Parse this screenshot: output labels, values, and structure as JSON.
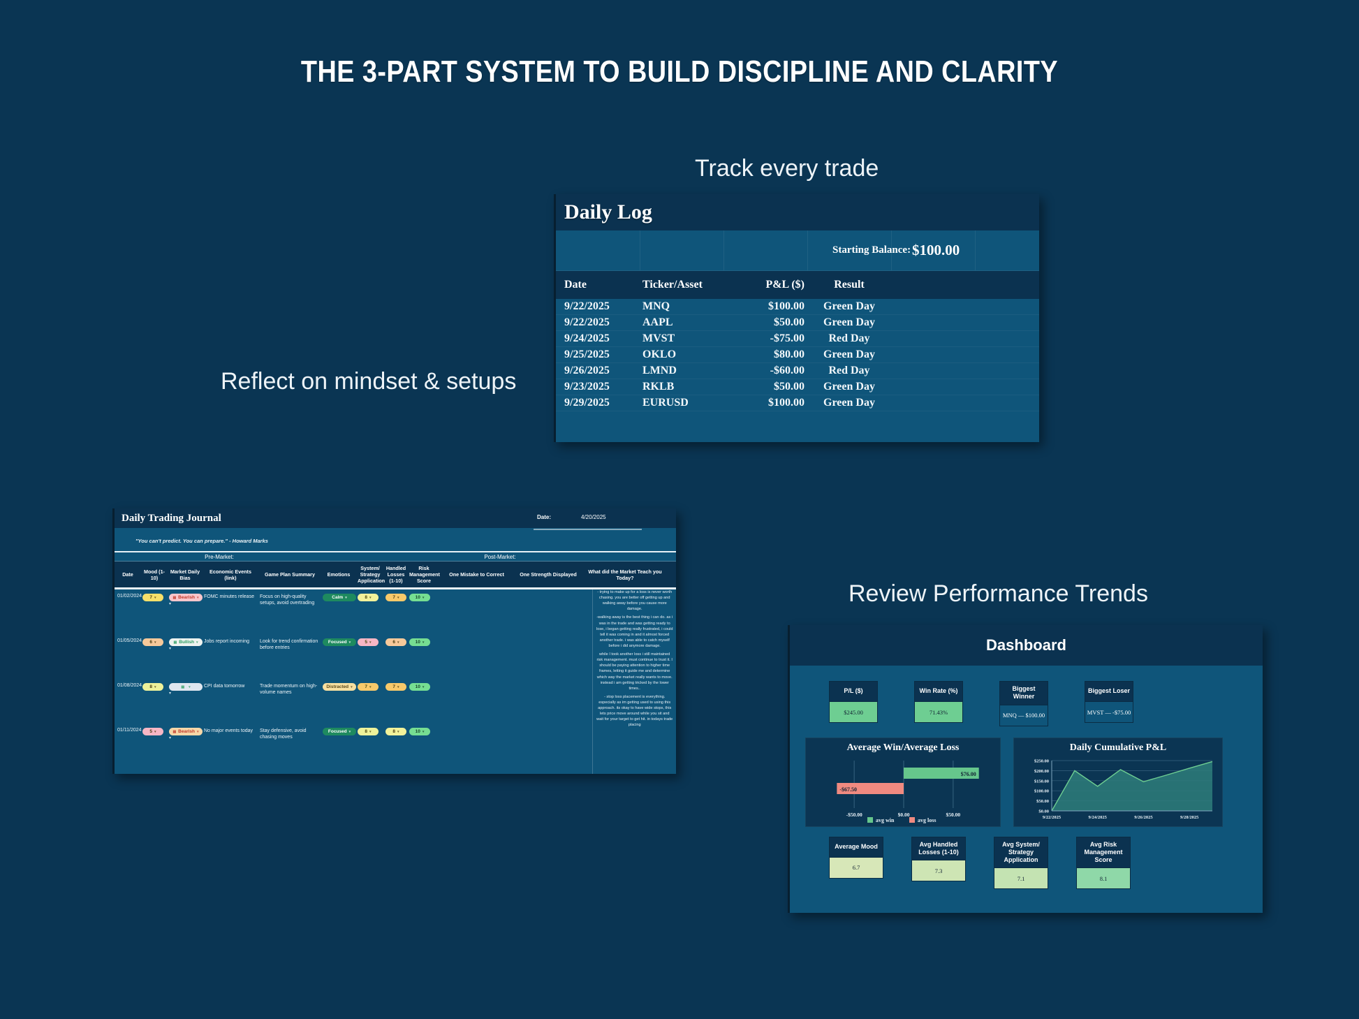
{
  "page": {
    "title": "THE 3-PART SYSTEM TO BUILD DISCIPLINE AND CLARITY",
    "background_color": "#0a3553",
    "captions": {
      "track": "Track every trade",
      "reflect": "Reflect on mindset & setups",
      "review": "Review Performance Trends"
    }
  },
  "daily_log": {
    "title": "Daily Log",
    "starting_balance_label": "Starting Balance:",
    "starting_balance_value": "$100.00",
    "columns": [
      "Date",
      "Ticker/Asset",
      "P&L ($)",
      "Result"
    ],
    "rows": [
      {
        "date": "9/22/2025",
        "ticker": "MNQ",
        "pnl": "$100.00",
        "result": "Green Day"
      },
      {
        "date": "9/22/2025",
        "ticker": "AAPL",
        "pnl": "$50.00",
        "result": "Green Day"
      },
      {
        "date": "9/24/2025",
        "ticker": "MVST",
        "pnl": "-$75.00",
        "result": "Red Day"
      },
      {
        "date": "9/25/2025",
        "ticker": "OKLO",
        "pnl": "$80.00",
        "result": "Green Day"
      },
      {
        "date": "9/26/2025",
        "ticker": "LMND",
        "pnl": "-$60.00",
        "result": "Red Day"
      },
      {
        "date": "9/23/2025",
        "ticker": "RKLB",
        "pnl": "$50.00",
        "result": "Green Day"
      },
      {
        "date": "9/29/2025",
        "ticker": "EURUSD",
        "pnl": "$100.00",
        "result": "Green Day"
      }
    ]
  },
  "journal": {
    "title": "Daily Trading Journal",
    "date_label": "Date:",
    "date_value": "4/20/2025",
    "quote": "\"You can't predict. You can prepare.\" - Howard Marks",
    "groups": {
      "pre": "Pre-Market:",
      "post": "Post-Market:"
    },
    "columns": {
      "date": "Date",
      "mood": "Mood\n(1-10)",
      "bias": "Market Daily Bias",
      "econ": "Economic Events (link)",
      "plan": "Game Plan Summary",
      "emotions": "Emotions",
      "system": "System/ Strategy Application",
      "handled": "Handled Losses (1-10)",
      "risk": "Risk Management Score",
      "mistake": "One Mistake to Correct",
      "strength": "One Strength Displayed",
      "teach": "What did the Market Teach you Today?"
    },
    "rows": [
      {
        "date": "01/02/2024",
        "mood": "7",
        "mood_color": "#f7e06a",
        "bias": "Bearish",
        "bias_color": "#f9c6cb",
        "bias_text_color": "#c0392b",
        "bias_icon": "chart-down-icon",
        "econ": "FOMC minutes release",
        "plan": "Focus on high-quality setups, avoid overtrading",
        "emotion": "Calm",
        "emotion_color": "#1e8a5f",
        "emotion_text_color": "#ffffff",
        "system": "8",
        "system_color": "#f2f29a",
        "handled": "7",
        "handled_color": "#f7c96a",
        "risk": "10",
        "risk_color": "#76de92"
      },
      {
        "date": "01/05/2024",
        "mood": "6",
        "mood_color": "#f7c99a",
        "bias": "Bullish",
        "bias_color": "#eef3f0",
        "bias_text_color": "#2e9e63",
        "bias_icon": "chart-up-icon",
        "econ": "Jobs report incoming",
        "plan": "Look for trend confirmation before entries",
        "emotion": "Focused",
        "emotion_color": "#1e8a5f",
        "emotion_text_color": "#ffffff",
        "system": "5",
        "system_color": "#f7b6c4",
        "handled": "6",
        "handled_color": "#f7c99a",
        "risk": "10",
        "risk_color": "#76de92"
      },
      {
        "date": "01/08/2024",
        "mood": "8",
        "mood_color": "#eef29a",
        "bias": "",
        "bias_color": "#dfe6ef",
        "bias_text_color": "#2e9e63",
        "bias_icon": "chart-icon",
        "econ": "CPI data tomorrow",
        "plan": "Trade momentum on high-volume names",
        "emotion": "Distracted",
        "emotion_color": "#f7dfa0",
        "emotion_text_color": "#5d4a1a",
        "system": "7",
        "system_color": "#f7c96a",
        "handled": "7",
        "handled_color": "#f7c96a",
        "risk": "10",
        "risk_color": "#76de92"
      },
      {
        "date": "01/11/2024",
        "mood": "5",
        "mood_color": "#f7b6c4",
        "bias": "Bearish",
        "bias_color": "#f6d7a8",
        "bias_text_color": "#c0392b",
        "bias_icon": "chart-down-icon",
        "econ": "No major events today",
        "plan": "Stay defensive, avoid chasing moves",
        "emotion": "Focused",
        "emotion_color": "#1e8a5f",
        "emotion_text_color": "#ffffff",
        "system": "8",
        "system_color": "#eef29a",
        "handled": "8",
        "handled_color": "#f2f29a",
        "risk": "10",
        "risk_color": "#76de92"
      }
    ],
    "teach_notes": [
      "- trying to make up for a loss is never worth chasing. you are better off getting up and walking away before you cause more damage.",
      "-walking away is the best thing i can do. as i was in the trade and was getting ready to lose, i began getting really frustrated, i could tell it was coming in and it almost forced another trade. i was able to catch myself before i did anymore damage.",
      "while I took another loss i still maintained risk management. must continue to trust it. I should be paying attention to higher time frames, letting it guide me and determine which way the market really wants to move. instead i am getting tricked by the lower times..",
      "- stop loss placement is everything. especially as im getting used to using this approach. its okay to have wide stops, this lets price move around while you sit and wait for your target to get hit. in todays trade placing"
    ]
  },
  "dashboard": {
    "title": "Dashboard",
    "kpis_top": [
      {
        "label": "P/L ($)",
        "value": "$245.00",
        "value_color": "#6ece92",
        "style": "filled"
      },
      {
        "label": "Win Rate (%)",
        "value": "71.43%",
        "value_color": "#6ece92",
        "style": "filled"
      },
      {
        "label": "Biggest Winner",
        "value": "MNQ — $100.00",
        "value_color": "#0f557a",
        "style": "plain"
      },
      {
        "label": "Biggest Loser",
        "value": "MVST — -$75.00",
        "value_color": "#0f557a",
        "style": "plain"
      }
    ],
    "kpis_bottom": [
      {
        "label": "Average Mood",
        "value": "6.7",
        "value_color": "#d7e7b8"
      },
      {
        "label": "Avg Handled Losses (1-10)",
        "value": "7.3",
        "value_color": "#cee5b4"
      },
      {
        "label": "Avg System/ Strategy Application",
        "value": "7.1",
        "value_color": "#c4e3b2"
      },
      {
        "label": "Avg Risk Management Score",
        "value": "8.1",
        "value_color": "#8fd8a8"
      }
    ]
  },
  "chart_data": [
    {
      "type": "bar",
      "orientation": "horizontal",
      "title": "Average Win/Average Loss",
      "categories": [
        "avg win",
        "avg loss"
      ],
      "values": [
        76.0,
        -67.5
      ],
      "labels": [
        "$76.00",
        "-$67.50"
      ],
      "colors": [
        "#66c68c",
        "#f08a80"
      ],
      "legend": [
        "avg win",
        "avg loss"
      ],
      "legend_position": "bottom",
      "xlabel": "",
      "ylabel": "",
      "xlim": [
        -87.5,
        87.5
      ],
      "xticks": [
        -50,
        0,
        50
      ],
      "xticklabels": [
        "-$50.00",
        "$0.00",
        "$50.00"
      ],
      "grid": true
    },
    {
      "type": "area",
      "title": "Daily Cumulative P&L",
      "x": [
        "9/22/2025",
        "9/23/2025",
        "9/24/2025",
        "9/25/2025",
        "9/26/2025",
        "9/27/2025",
        "9/28/2025",
        "9/29/2025"
      ],
      "values": [
        0,
        200,
        122,
        205,
        145,
        178,
        212,
        245
      ],
      "line_color": "#6ece92",
      "fill_color": "#2e7d7a",
      "ylim": [
        0,
        250
      ],
      "yticks": [
        0,
        50,
        100,
        150,
        200,
        250
      ],
      "yticklabels": [
        "$0.00",
        "$50.00",
        "$100.00",
        "$150.00",
        "$200.00",
        "$250.00"
      ],
      "xticklabels": [
        "9/22/2025",
        "9/24/2025",
        "9/26/2025",
        "9/28/2025"
      ],
      "xlabel": "",
      "ylabel": "",
      "grid": true
    }
  ]
}
